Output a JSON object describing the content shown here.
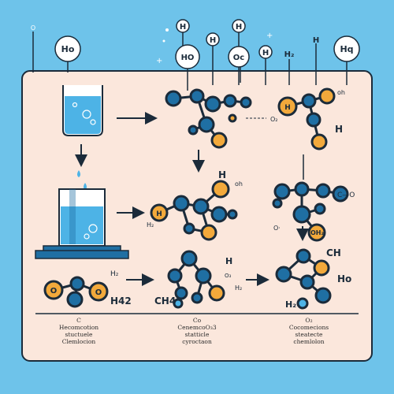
{
  "labels": {
    "top_o_small": "O",
    "top_ho_left": "Ho",
    "top_h_1": "H",
    "top_ho_mid": "HO",
    "top_h_2": "H",
    "top_h_3": "H",
    "top_oc": "Oc",
    "top_h_4": "H",
    "top_h2": "H₂",
    "top_h_5": "H",
    "top_hq": "Hq",
    "mol1_label_o2": "O₂",
    "mol2_oh": "oh",
    "mol2_h_right": "H",
    "mol3_oh": "oh",
    "mol3_h": "H",
    "mol4_oh": "oh",
    "mol4_h2": "H₂",
    "mol4_h_dot": "H",
    "mol4_o_small": "O",
    "mol5_co": "C—O",
    "mol5_o_small": "O·",
    "mol5_oh2": "OH₂",
    "bot_h2_left": "H₂",
    "bot_h42": "H42",
    "bot_ch4": "CH4",
    "bot_h_mid": "H",
    "bot_o3": "O₃",
    "bot_h2_mid": "H₂",
    "bot_ch": "CH",
    "bot_ho": "Ho",
    "bot_h2_right": "H₂"
  },
  "captions": {
    "left": [
      "C",
      "Hecomcotion",
      "stuctuele",
      "Clemlocion"
    ],
    "middle": [
      "Co",
      "CenemcoO₃3",
      "statticle",
      "cyroctaon"
    ],
    "right": [
      "O₂",
      "Cocomecions",
      "steatecte",
      "chemlolon"
    ]
  },
  "colors": {
    "background": "#6ec3ea",
    "panel": "#fbe7dc",
    "atom_blue": "#1f6fa3",
    "atom_orange": "#f2a93b",
    "outline": "#1b2b3a",
    "water": "#4db3e6"
  }
}
